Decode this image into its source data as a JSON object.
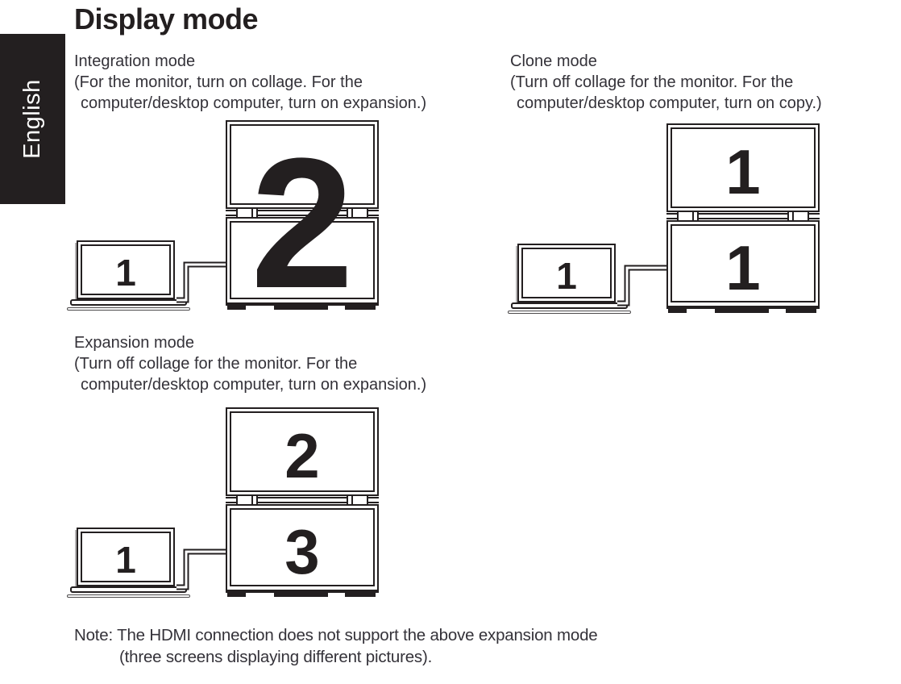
{
  "page": {
    "title": "Display mode",
    "language_tab": "English"
  },
  "modes": {
    "integration": {
      "name": "Integration mode",
      "desc1": "(For the monitor, turn on collage. For the",
      "desc2": "computer/desktop computer, turn on expansion.)",
      "laptop_number": "1",
      "monitor_number": "2"
    },
    "clone": {
      "name": "Clone mode",
      "desc1": "(Turn off collage for the monitor. For the",
      "desc2": "computer/desktop computer, turn on copy.)",
      "laptop_number": "1",
      "monitor_top_number": "1",
      "monitor_bottom_number": "1"
    },
    "expansion": {
      "name": "Expansion mode",
      "desc1": "(Turn off collage for the monitor. For the",
      "desc2": "computer/desktop computer, turn on expansion.)",
      "laptop_number": "1",
      "monitor_top_number": "2",
      "monitor_bottom_number": "3"
    }
  },
  "note": {
    "line1": "Note: The HDMI connection does not support the above expansion mode",
    "line2": "(three screens displaying different pictures)."
  },
  "colors": {
    "ink": "#231f20",
    "tab_bg": "#231f20",
    "tab_text": "#ffffff"
  }
}
